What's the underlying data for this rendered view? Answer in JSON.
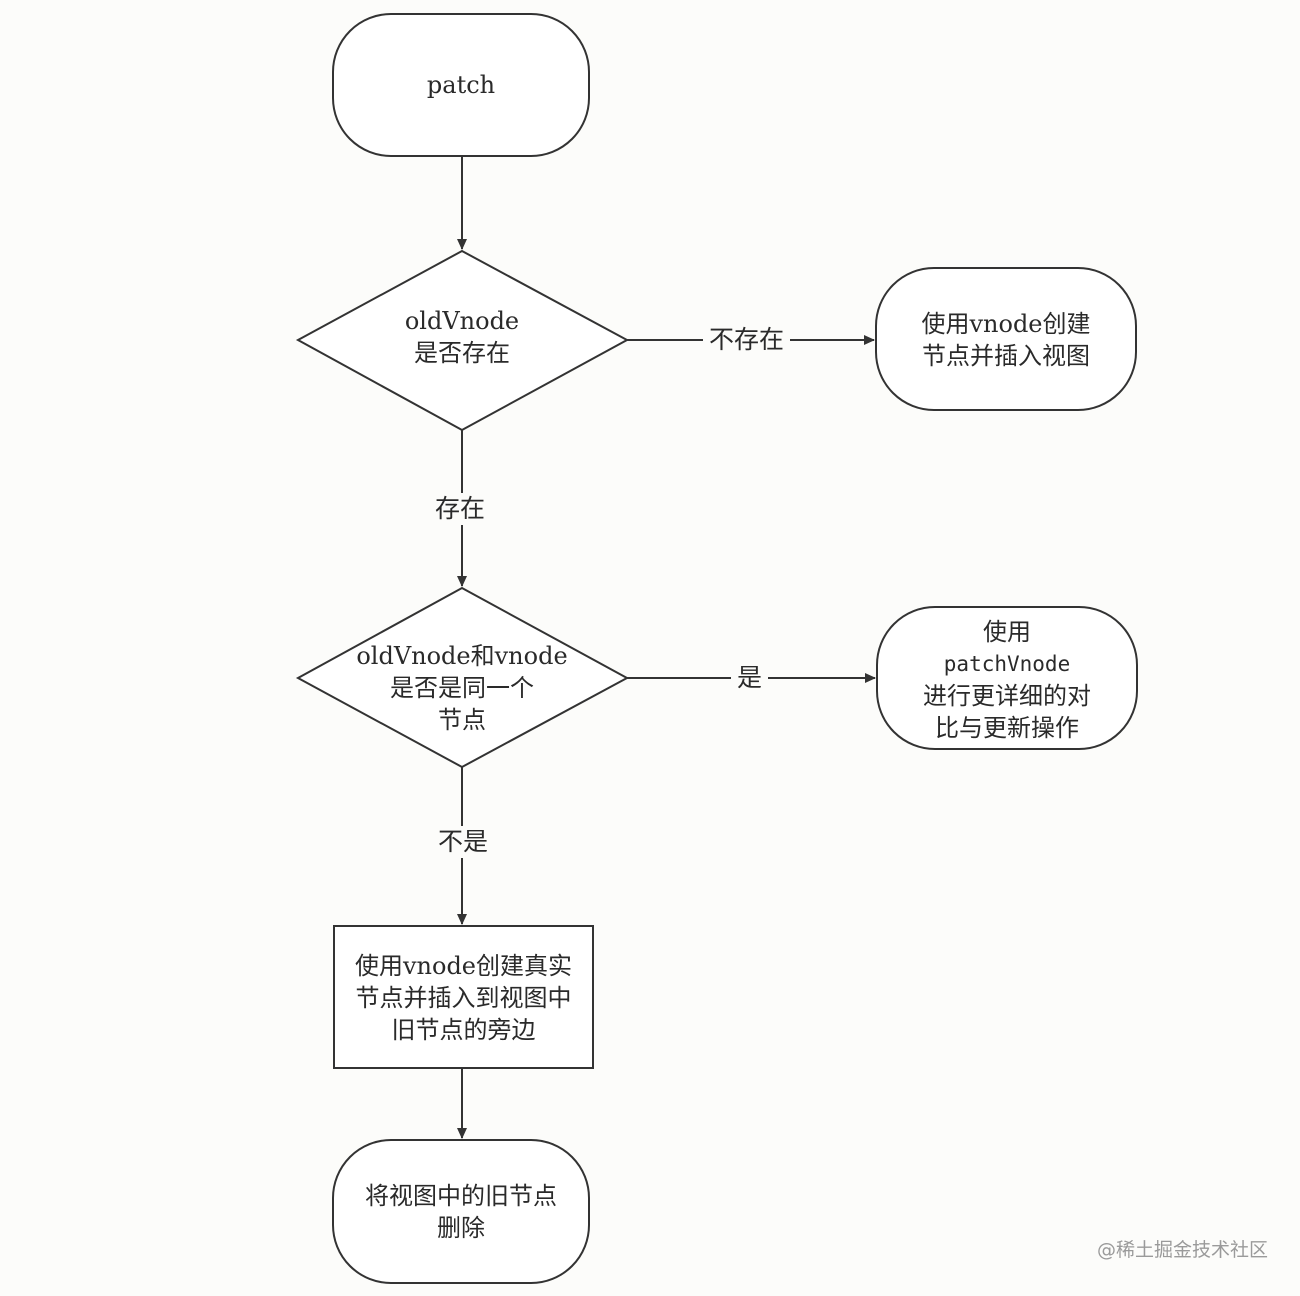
{
  "nodes": {
    "start": {
      "label": "patch"
    },
    "d1": {
      "label": "oldVnode\n是否存在"
    },
    "create": {
      "label": "使用vnode创建\n节点并插入视图"
    },
    "d2": {
      "label": "oldVnode和vnode\n是否是同一个\n节点"
    },
    "patchvnode": {
      "line1": "使用",
      "line2": "patchVnode",
      "line3": "进行更详细的对\n比与更新操作"
    },
    "insert": {
      "label": "使用vnode创建真实\n节点并插入到视图中\n旧节点的旁边"
    },
    "remove": {
      "label": "将视图中的旧节点\n删除"
    }
  },
  "edges": {
    "not_exist": "不存在",
    "exist": "存在",
    "yes": "是",
    "no": "不是"
  },
  "watermark": "@稀土掘金技术社区"
}
